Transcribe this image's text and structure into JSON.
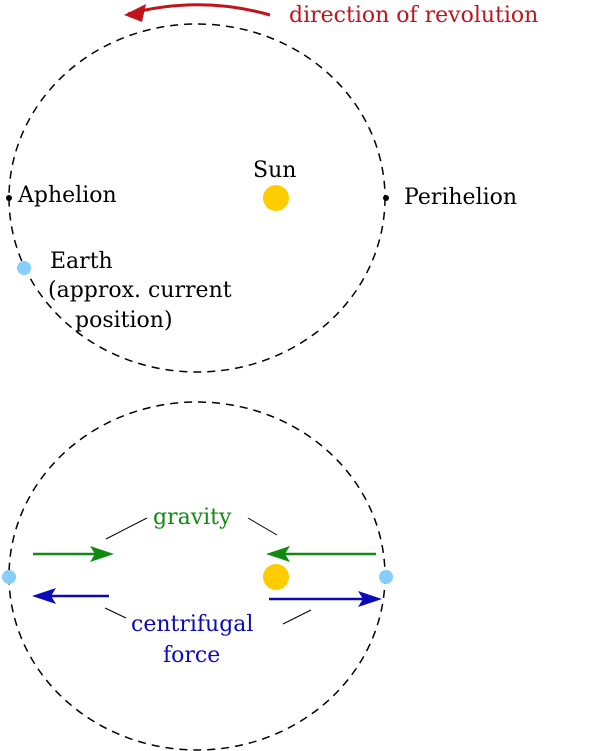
{
  "colors": {
    "revolution": "#c0141c",
    "gravity": "#108a10",
    "centrifugal": "#0a0ab8",
    "sun": "#ffcc00",
    "earth": "#87cefa",
    "ink": "#000000"
  },
  "top_diagram": {
    "revolution_label": "direction of revolution",
    "sun_label": "Sun",
    "aphelion_label": "Aphelion",
    "perihelion_label": "Perihelion",
    "earth_label": {
      "line1": "Earth",
      "line2": "(approx. current",
      "line3": "position)"
    }
  },
  "bottom_diagram": {
    "gravity_label": "gravity",
    "centrifugal_label": {
      "line1": "centrifugal",
      "line2": "force"
    }
  }
}
